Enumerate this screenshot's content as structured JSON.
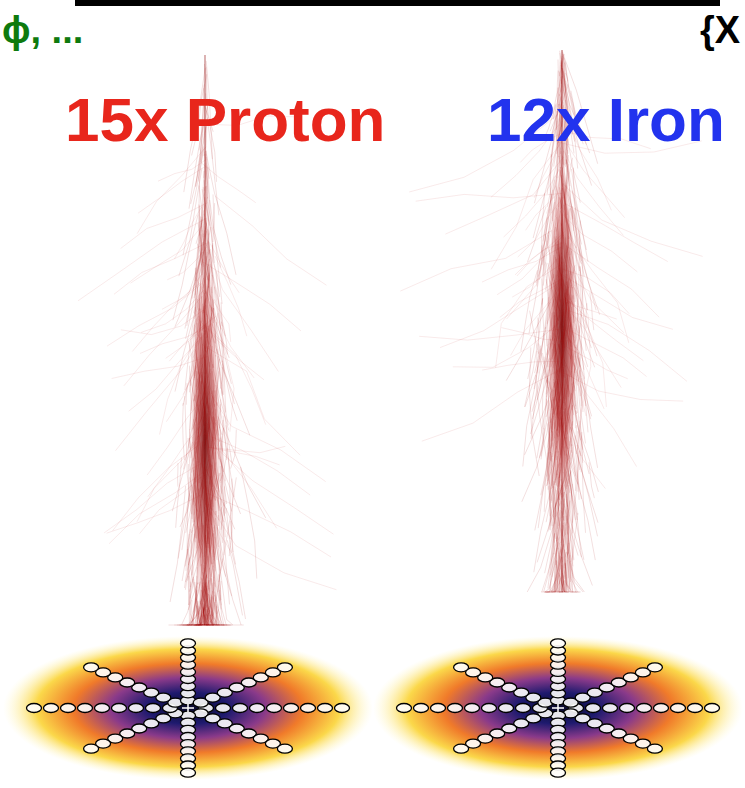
{
  "diagram": {
    "labels": [
      "ϕ, ...",
      "{X",
      "15x Proton",
      "12x Iron"
    ]
  }
}
